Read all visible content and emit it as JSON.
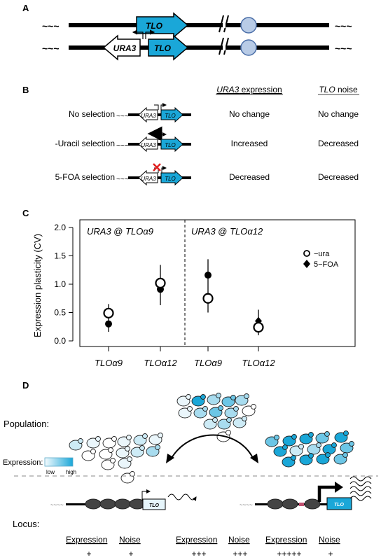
{
  "panelA": {
    "label": "A",
    "tlo_gene": "TLO",
    "ura3_gene": "URA3",
    "tilde": "~~~"
  },
  "panelB": {
    "label": "B",
    "col_ura3": "URA3",
    "col_ura3_suffix": " expression",
    "col_tlo": "TLO",
    "col_tlo_suffix": " noise",
    "ura3_gene": "URA3",
    "tlo_gene": "TLO",
    "rows": [
      {
        "condition": "No selection",
        "ura3": "No change",
        "tlo": "No change"
      },
      {
        "condition": "-Uracil selection",
        "ura3": "Increased",
        "tlo": "Decreased"
      },
      {
        "condition": "5-FOA selection",
        "ura3": "Decreased",
        "tlo": "Decreased"
      }
    ]
  },
  "panelC": {
    "label": "C",
    "chart_data": {
      "type": "scatter",
      "ylabel": "Expression plasticity (CV)",
      "ylim": [
        0,
        2.0
      ],
      "yticks": [
        "0.0",
        "0.5",
        "1.0",
        "1.5",
        "2.0"
      ],
      "categories": [
        "TLOα9",
        "TLOα12",
        "TLOα9",
        "TLOα12"
      ],
      "panels": [
        {
          "title_gene": "URA3",
          "title_at": " @ ",
          "title_locus": "TLOα9"
        },
        {
          "title_gene": "URA3",
          "title_at": " @ ",
          "title_locus": "TLOα12"
        }
      ],
      "legend": [
        "−ura",
        "5−FOA"
      ],
      "legend_position": "top-right",
      "series": [
        {
          "name": "−ura",
          "values": [
            0.49,
            1.02,
            0.75,
            0.24
          ]
        },
        {
          "name": "5−FOA",
          "values": [
            0.3,
            0.91,
            1.16,
            0.35
          ]
        }
      ],
      "error_bars": [
        [
          0.16,
          0.65
        ],
        [
          0.63,
          1.34
        ],
        [
          0.5,
          1.44
        ],
        [
          0.1,
          0.55
        ]
      ]
    }
  },
  "panelD": {
    "label": "D",
    "population_label": "Population:",
    "expression_label": "Expression:",
    "low_label": "low",
    "high_label": "high",
    "locus_label": "Locus:",
    "tlo_gene": "TLO",
    "colors": {
      "low": "#eaf6fb",
      "high": "#1aa7d8"
    },
    "table": [
      {
        "expression_header": "Expression",
        "noise_header": "Noise",
        "expression": "+",
        "noise": "+"
      },
      {
        "expression_header": "Expression",
        "noise_header": "Noise",
        "expression": "+++",
        "noise": "+++"
      },
      {
        "expression_header": "Expression",
        "noise_header": "Noise",
        "expression": "+++++",
        "noise": "+"
      }
    ]
  }
}
